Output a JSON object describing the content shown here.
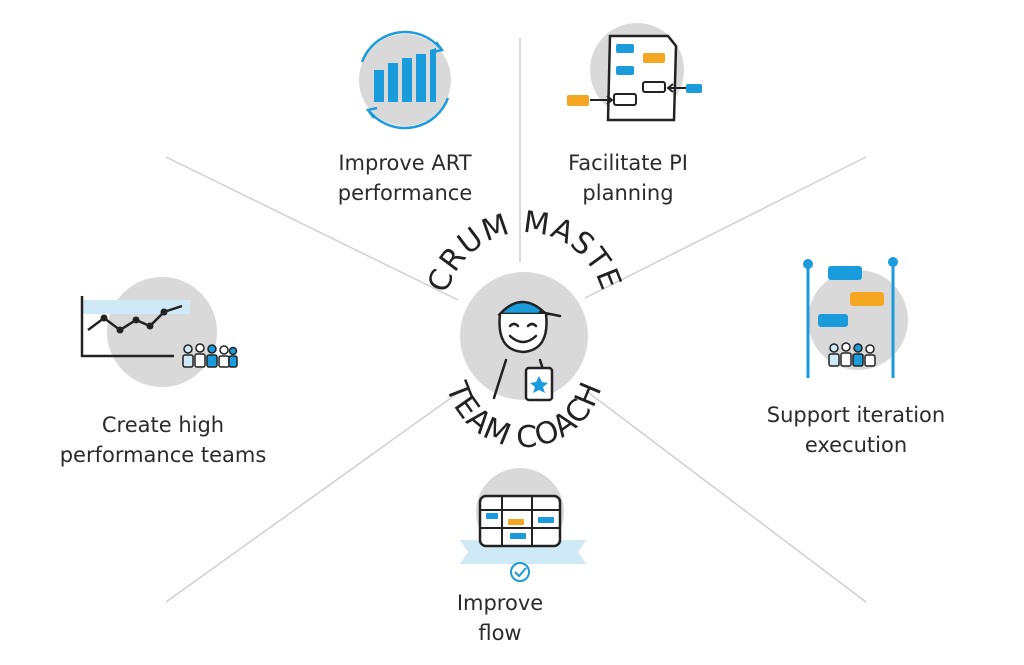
{
  "center": {
    "title_top": "SCRUM MASTER",
    "title_bottom": "TEAM COACH"
  },
  "responsibilities": {
    "improve_art": {
      "line1": "Improve ART",
      "line2": "performance"
    },
    "facilitate_pi": {
      "line1": "Facilitate PI",
      "line2": "planning"
    },
    "high_performance": {
      "line1": "Create high",
      "line2": "performance teams"
    },
    "iteration": {
      "line1": "Support iteration",
      "line2": "execution"
    },
    "flow": {
      "line1": "Improve",
      "line2": "flow"
    }
  },
  "colors": {
    "blue": "#1a9bdb",
    "orange": "#f5a623",
    "gray_circle": "#d9d9d9",
    "light_blue": "#cfe9f7",
    "line": "#cccccc",
    "ink": "#222222"
  },
  "icons": [
    "bar-chart-cycle-icon",
    "pi-planning-board-icon",
    "line-chart-team-icon",
    "iteration-board-icon",
    "kanban-flow-icon",
    "scrum-master-figure-icon"
  ]
}
